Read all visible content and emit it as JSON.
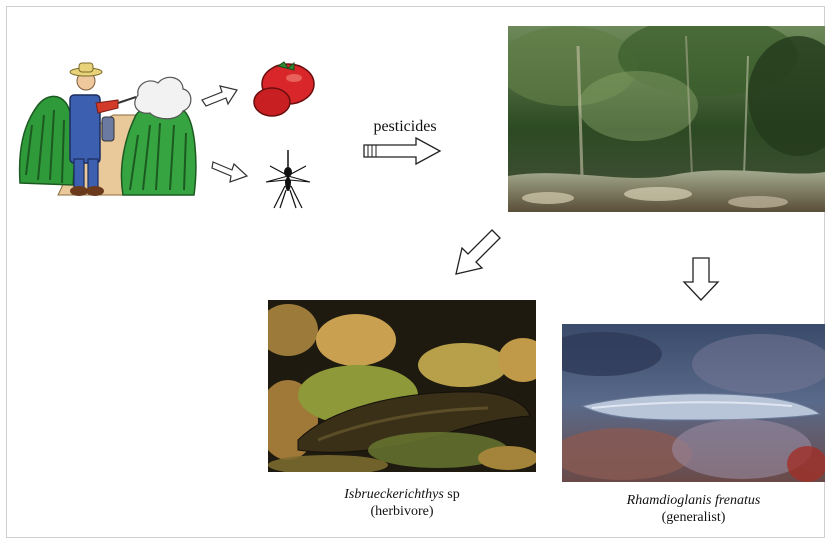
{
  "diagram": {
    "arrow_label": "pesticides",
    "species": [
      {
        "name": "Isbrueckerichthys",
        "name_suffix": " sp",
        "role": "(herbivore)"
      },
      {
        "name": "Rhamdioglanis frenatus",
        "name_suffix": "",
        "role": "(generalist)"
      }
    ],
    "icons": [
      "farmer-icon",
      "tomato-icon",
      "mosquito-icon"
    ]
  }
}
